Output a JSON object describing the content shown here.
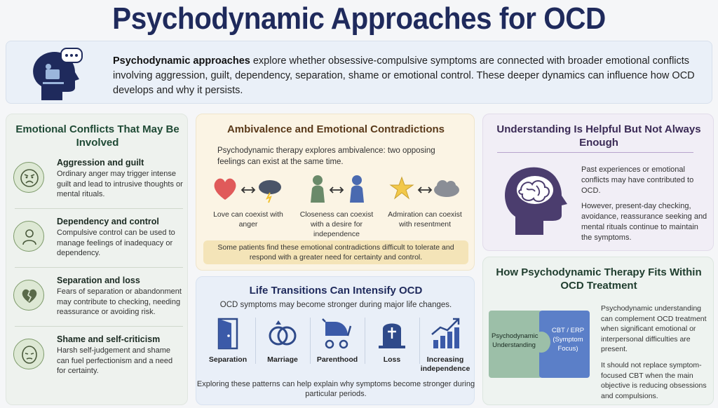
{
  "title": "Psychodynamic Approaches for OCD",
  "intro": {
    "lead": "Psychodynamic approaches",
    "text": " explore whether obsessive-compulsive symptoms are connected with broader emotional conflicts involving aggression, guilt, dependency, separation, shame or emotional control. These deeper dynamics can influence how OCD develops and why it persists."
  },
  "conflicts": {
    "title": "Emotional Conflicts That May Be Involved",
    "items": [
      {
        "title": "Aggression and guilt",
        "text": "Ordinary anger may trigger intense guilt and lead to intrusive thoughts or mental rituals.",
        "icon": "angry-face-icon"
      },
      {
        "title": "Dependency and control",
        "text": "Compulsive control can be used to manage feelings of inadequacy or dependency.",
        "icon": "person-icon"
      },
      {
        "title": "Separation and loss",
        "text": "Fears of separation or abandonment may contribute to checking, needing reassurance or avoiding risk.",
        "icon": "broken-heart-icon"
      },
      {
        "title": "Shame and self-criticism",
        "text": "Harsh self-judgement and shame can fuel perfectionism and a need for certainty.",
        "icon": "ashamed-face-icon"
      }
    ]
  },
  "ambivalence": {
    "title": "Ambivalence and Emotional Contradictions",
    "intro": "Psychodynamic therapy explores ambivalence: two opposing feelings can exist at the same time.",
    "pairs": [
      {
        "caption": "Love can coexist with anger"
      },
      {
        "caption": "Closeness can coexist with a desire for independence"
      },
      {
        "caption": "Admiration can coexist with resentment"
      }
    ],
    "note": "Some patients find these emotional contradictions difficult to tolerate and respond with a greater need for certainty and control."
  },
  "life": {
    "title": "Life Transitions Can Intensify OCD",
    "intro": "OCD symptoms may become stronger during major life changes.",
    "items": [
      {
        "label": "Separation"
      },
      {
        "label": "Marriage"
      },
      {
        "label": "Parenthood"
      },
      {
        "label": "Loss"
      },
      {
        "label": "Increasing independence"
      }
    ],
    "note": "Exploring these patterns can help explain why symptoms become stronger during particular periods."
  },
  "understanding": {
    "title": "Understanding Is Helpful But Not Always Enough",
    "text1": "Past experiences or emotional conflicts may have contributed to OCD.",
    "text2": "However, present-day checking, avoidance, reassurance seeking and mental rituals continue to maintain the symptoms."
  },
  "fit": {
    "title": "How Psychodynamic Therapy Fits Within OCD Treatment",
    "puzzle_left": "Psychodynamic Understanding",
    "puzzle_right": "CBT / ERP (Symptom Focus)",
    "text1": "Psychodynamic understanding can complement OCD treatment when significant emotional or interpersonal difficulties are present.",
    "text2": "It should not replace symptom-focused CBT when the main objective is reducing obsessions and compulsions."
  },
  "colors": {
    "title": "#1f2a5c",
    "accent_green": "#7d9a6a",
    "accent_blue": "#3b5aa8",
    "accent_purple": "#4b3d6e"
  }
}
